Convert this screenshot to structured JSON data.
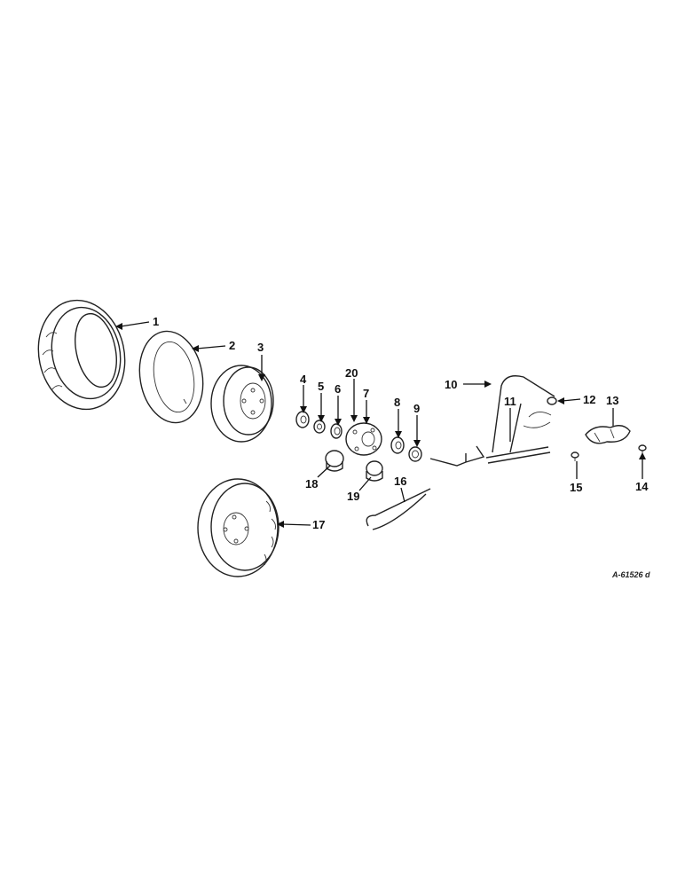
{
  "diagram": {
    "reference": "A-61526 d",
    "callouts": [
      "1",
      "2",
      "3",
      "4",
      "5",
      "6",
      "7",
      "8",
      "9",
      "10",
      "11",
      "12",
      "13",
      "14",
      "15",
      "16",
      "17",
      "18",
      "19",
      "20"
    ]
  }
}
